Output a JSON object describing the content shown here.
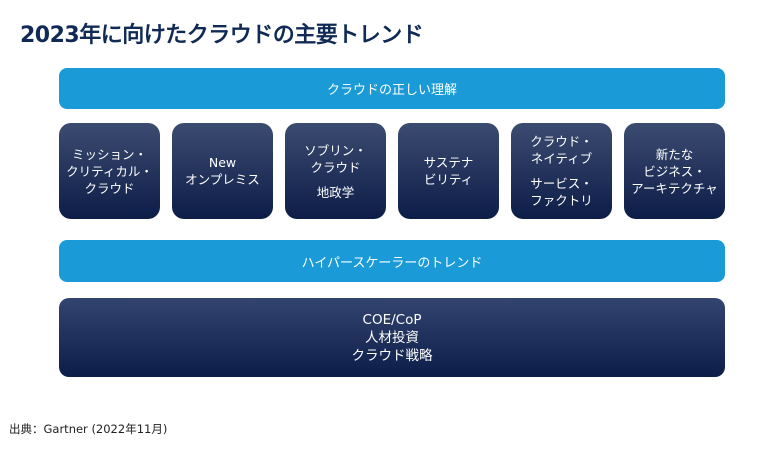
{
  "title": "2023年に向けたクラウドの主要トレンド",
  "top_bar": "クラウドの正しい理解",
  "boxes": [
    {
      "lines": [
        "ミッション・",
        "クリティカル・",
        "クラウド"
      ]
    },
    {
      "lines": [
        "New",
        "オンプレミス"
      ]
    },
    {
      "lines": [
        "ソブリン・",
        "クラウド"
      ],
      "lines2": [
        "地政学"
      ]
    },
    {
      "lines": [
        "サステナ",
        "ビリティ"
      ]
    },
    {
      "lines": [
        "クラウド・",
        "ネイティブ"
      ],
      "lines2": [
        "サービス・",
        "ファクトリ"
      ]
    },
    {
      "lines": [
        "新たな",
        "ビジネス・",
        "アーキテクチャ"
      ]
    }
  ],
  "middle_bar": "ハイパースケーラーのトレンド",
  "bottom": [
    "COE/CoP",
    "人材投資",
    "クラウド戦略"
  ],
  "source": "出典：Gartner (2022年11月)"
}
